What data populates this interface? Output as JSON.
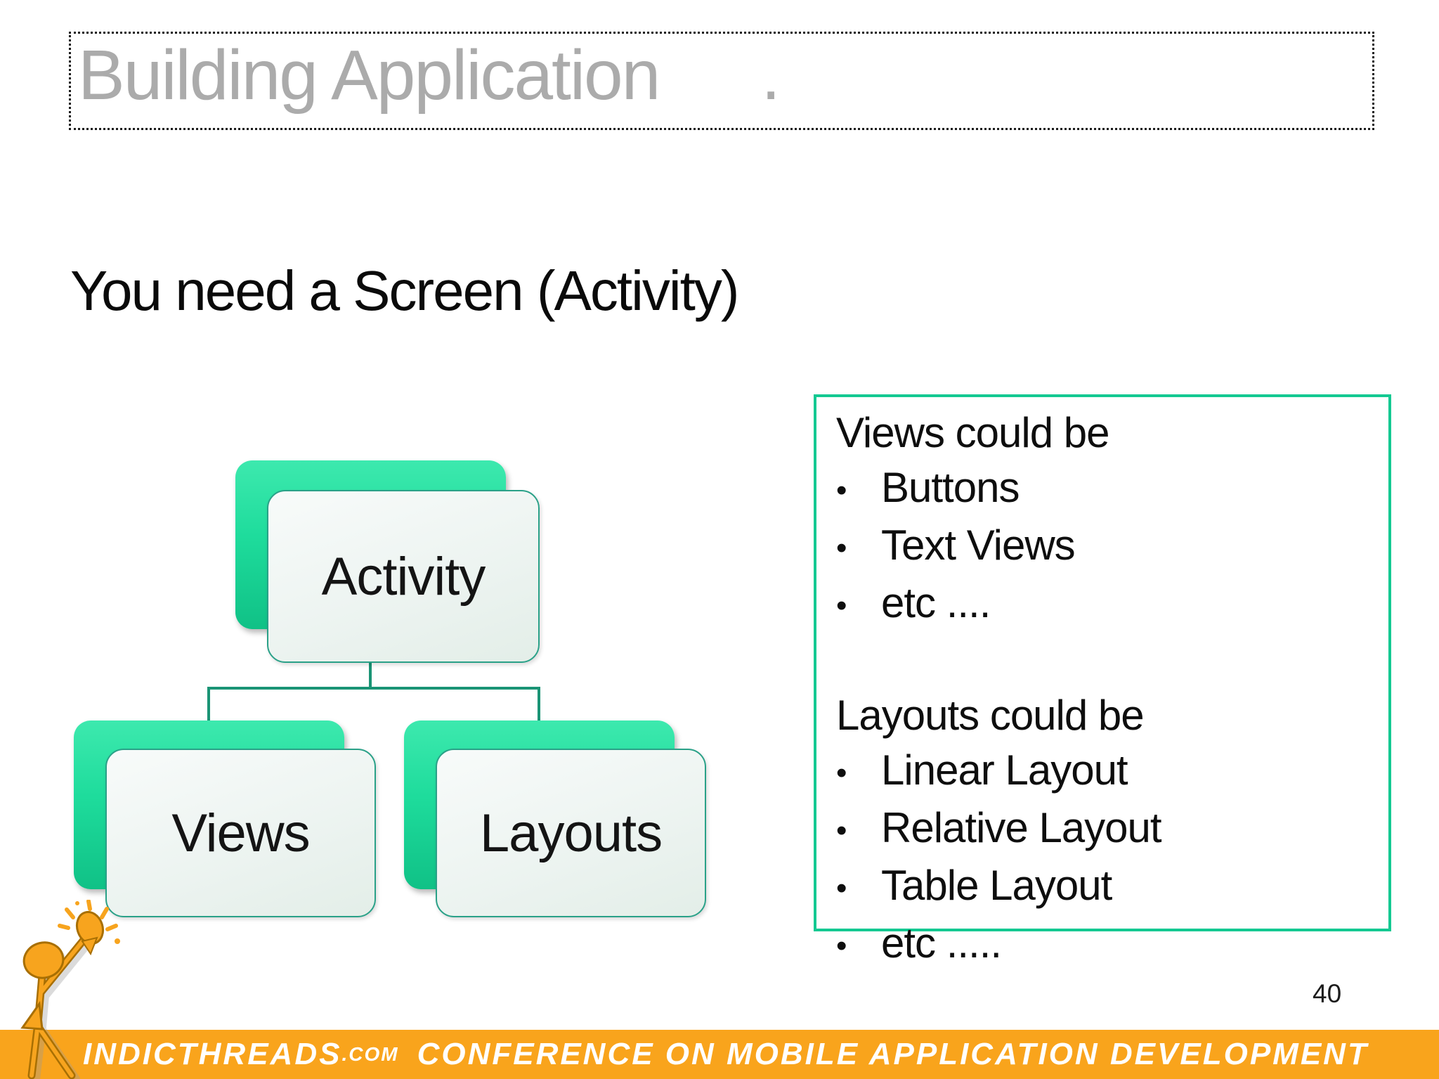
{
  "slide": {
    "title": {
      "text": "Building Application",
      "period": "."
    },
    "heading": "You need a Screen (Activity)",
    "page_number": "40",
    "diagram": {
      "type": "hierarchy",
      "accent_green": "#1EDC9C",
      "connector_color": "#1A9475",
      "nodes": [
        {
          "id": "activity",
          "label": "Activity",
          "parent": null
        },
        {
          "id": "views",
          "label": "Views",
          "parent": "activity"
        },
        {
          "id": "layouts",
          "label": "Layouts",
          "parent": "activity"
        }
      ]
    },
    "notes_box": {
      "border_color": "#14C992",
      "bullet_char": "•",
      "lines": [
        {
          "bullet": false,
          "text": "Views could be"
        },
        {
          "bullet": true,
          "text": "Buttons"
        },
        {
          "bullet": true,
          "text": "Text Views"
        },
        {
          "bullet": true,
          "text": "etc ...."
        },
        {
          "bullet": false,
          "text": ""
        },
        {
          "bullet": false,
          "text": "Layouts could be"
        },
        {
          "bullet": true,
          "text": "Linear Layout"
        },
        {
          "bullet": true,
          "text": "Relative Layout"
        },
        {
          "bullet": true,
          "text": "Table Layout"
        },
        {
          "bullet": true,
          "text": "etc ....."
        }
      ]
    },
    "footer": {
      "brand": "INDICTHREADS",
      "brand_suffix": ".com",
      "tagline": "CONFERENCE ON MOBILE APPLICATION DEVELOPMENT",
      "bar_color": "#F9A41C",
      "mascot_color": "#F7A41E"
    }
  }
}
